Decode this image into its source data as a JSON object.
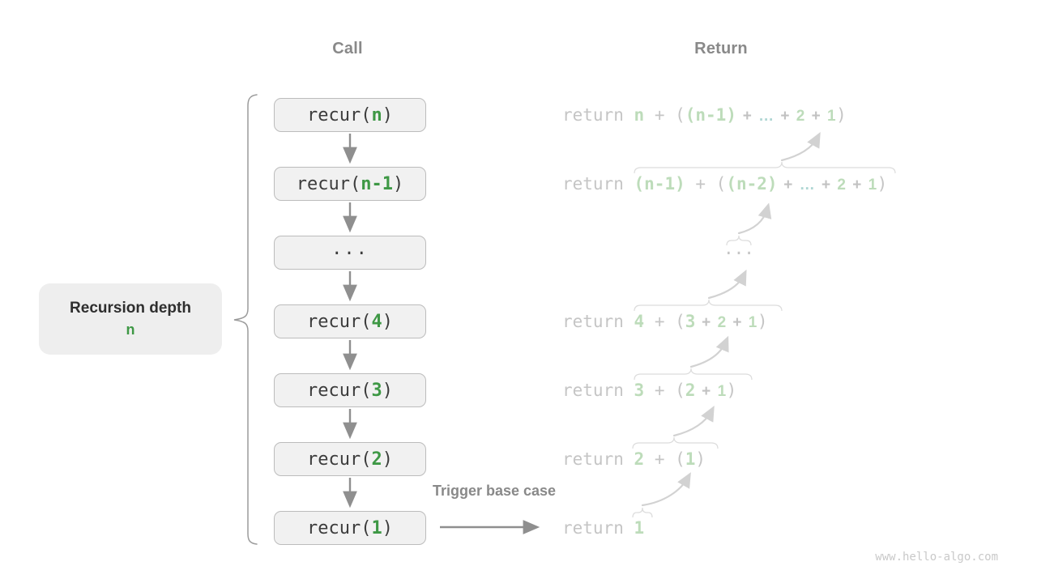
{
  "headers": {
    "call": "Call",
    "return": "Return"
  },
  "depth_label": {
    "title": "Recursion depth",
    "value": "n"
  },
  "trigger": {
    "label": "Trigger base case"
  },
  "watermark": "www.hello-algo.com",
  "colors": {
    "accent_green": "#3e9845",
    "faded_green": "#bddcba",
    "faded_teal": "#aed6d3",
    "call_text": "#3c3c3c",
    "muted_gray": "#898989",
    "return_gray": "#c5c5c5",
    "box_fill": "#f1f1f1",
    "box_border": "#bcbcbc"
  },
  "call_boxes": [
    {
      "pre": "recur(",
      "arg": "n",
      "post": ")"
    },
    {
      "pre": "recur(",
      "arg": "n-1",
      "post": ")"
    },
    {
      "pre": "...",
      "arg": "",
      "post": ""
    },
    {
      "pre": "recur(",
      "arg": "4",
      "post": ")"
    },
    {
      "pre": "recur(",
      "arg": "3",
      "post": ")"
    },
    {
      "pre": "recur(",
      "arg": "2",
      "post": ")"
    },
    {
      "pre": "recur(",
      "arg": "1",
      "post": ")"
    }
  ],
  "return_rows": [
    {
      "spans": [
        {
          "t": "return ",
          "cls": "m-g"
        },
        {
          "t": "n",
          "cls": "m-gr"
        },
        {
          "t": " + (",
          "cls": "m-g"
        },
        {
          "t": "(n-1)",
          "cls": "m-gr"
        },
        {
          "t": " + ",
          "cls": "s-g"
        },
        {
          "t": "…",
          "cls": "s-t"
        },
        {
          "t": " + ",
          "cls": "s-g"
        },
        {
          "t": "2",
          "cls": "s-gr"
        },
        {
          "t": " + ",
          "cls": "s-g"
        },
        {
          "t": "1",
          "cls": "s-gr"
        },
        {
          "t": ")",
          "cls": "m-g"
        }
      ]
    },
    {
      "spans": [
        {
          "t": "return ",
          "cls": "m-g"
        },
        {
          "t": "(n-1)",
          "cls": "m-gr"
        },
        {
          "t": " + (",
          "cls": "m-g"
        },
        {
          "t": "(n-2)",
          "cls": "m-gr"
        },
        {
          "t": " + ",
          "cls": "s-g"
        },
        {
          "t": "…",
          "cls": "s-t"
        },
        {
          "t": " + ",
          "cls": "s-g"
        },
        {
          "t": "2",
          "cls": "s-gr"
        },
        {
          "t": " + ",
          "cls": "s-g"
        },
        {
          "t": "1",
          "cls": "s-gr"
        },
        {
          "t": ")",
          "cls": "m-g"
        }
      ]
    },
    {
      "spans": [
        {
          "t": "...",
          "cls": "m-g"
        }
      ]
    },
    {
      "spans": [
        {
          "t": "return ",
          "cls": "m-g"
        },
        {
          "t": "4",
          "cls": "m-gr"
        },
        {
          "t": " + (",
          "cls": "m-g"
        },
        {
          "t": "3",
          "cls": "m-gr"
        },
        {
          "t": " + ",
          "cls": "s-g"
        },
        {
          "t": "2",
          "cls": "s-gr"
        },
        {
          "t": " + ",
          "cls": "s-g"
        },
        {
          "t": "1",
          "cls": "s-gr"
        },
        {
          "t": ")",
          "cls": "m-g"
        }
      ]
    },
    {
      "spans": [
        {
          "t": "return ",
          "cls": "m-g"
        },
        {
          "t": "3",
          "cls": "m-gr"
        },
        {
          "t": " + (",
          "cls": "m-g"
        },
        {
          "t": "2",
          "cls": "m-gr"
        },
        {
          "t": " + ",
          "cls": "s-g"
        },
        {
          "t": "1",
          "cls": "s-gr"
        },
        {
          "t": ")",
          "cls": "m-g"
        }
      ]
    },
    {
      "spans": [
        {
          "t": "return ",
          "cls": "m-g"
        },
        {
          "t": "2",
          "cls": "m-gr"
        },
        {
          "t": " + (",
          "cls": "m-g"
        },
        {
          "t": "1",
          "cls": "m-gr"
        },
        {
          "t": ")",
          "cls": "m-g"
        }
      ]
    },
    {
      "spans": [
        {
          "t": "return ",
          "cls": "m-g"
        },
        {
          "t": "1",
          "cls": "m-gr"
        }
      ]
    }
  ]
}
